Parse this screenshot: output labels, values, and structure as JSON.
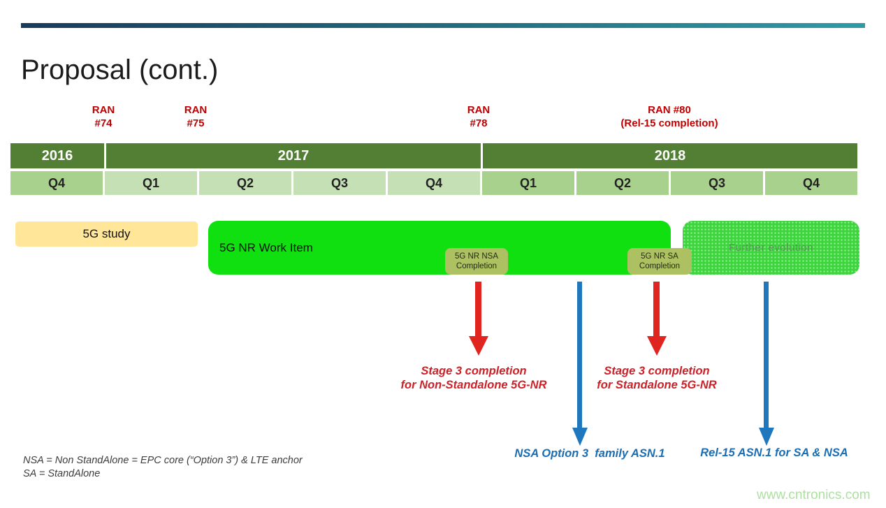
{
  "slide": {
    "title": "Proposal (cont.)",
    "watermark": "www.cntronics.com"
  },
  "milestones": [
    {
      "id": "ran-74",
      "line1": "RAN",
      "line2": "#74"
    },
    {
      "id": "ran-75",
      "line1": "RAN",
      "line2": "#75"
    },
    {
      "id": "ran-78",
      "line1": "RAN",
      "line2": "#78"
    },
    {
      "id": "ran-80",
      "line1": "RAN #80",
      "line2": "(Rel-15 completion)"
    }
  ],
  "timeline": {
    "years": [
      {
        "label": "2016",
        "quarter_count": 1
      },
      {
        "label": "2017",
        "quarter_count": 4
      },
      {
        "label": "2018",
        "quarter_count": 4
      }
    ],
    "quarters": [
      {
        "label": "Q4",
        "tone": "medium"
      },
      {
        "label": "Q1",
        "tone": "light"
      },
      {
        "label": "Q2",
        "tone": "light"
      },
      {
        "label": "Q3",
        "tone": "light"
      },
      {
        "label": "Q4",
        "tone": "light"
      },
      {
        "label": "Q1",
        "tone": "medium"
      },
      {
        "label": "Q2",
        "tone": "medium"
      },
      {
        "label": "Q3",
        "tone": "medium"
      },
      {
        "label": "Q4",
        "tone": "medium"
      }
    ]
  },
  "bars": {
    "study": {
      "label": "5G study"
    },
    "work_item": {
      "label": "5G NR Work Item"
    },
    "nsa_completion": {
      "line1": "5G NR NSA",
      "line2": "Completion"
    },
    "sa_completion": {
      "line1": "5G NR SA",
      "line2": "Completion"
    },
    "further": {
      "label": "Further evolution"
    }
  },
  "annotations": {
    "stage3_nsa": {
      "line1": "Stage 3 completion",
      "line2": "for Non-Standalone 5G-NR"
    },
    "stage3_sa": {
      "line1": "Stage 3 completion",
      "line2": "for Standalone 5G-NR"
    },
    "asn1_nsa": "NSA Option 3  family ASN.1",
    "asn1_rel15": "Rel-15 ASN.1 for SA & NSA"
  },
  "notes": {
    "line1": "NSA = Non StandAlone = EPC core (“Option 3”) & LTE anchor",
    "line2": "SA = StandAlone"
  },
  "colors": {
    "year_green": "#527f33",
    "q_medium": "#a9d18e",
    "q_light": "#c5e0b4",
    "study_yellow": "#ffe699",
    "work_green": "#10e010",
    "hatch_green": "#3ed43e",
    "label_olive": "#aec162",
    "ran_red": "#c00000",
    "arrow_red": "#e02420",
    "text_red": "#cc2128",
    "arrow_blue": "#1f78be",
    "text_blue": "#1b6db3",
    "note_gray": "#3c3c3c",
    "watermark_green": "#aedfa2"
  }
}
